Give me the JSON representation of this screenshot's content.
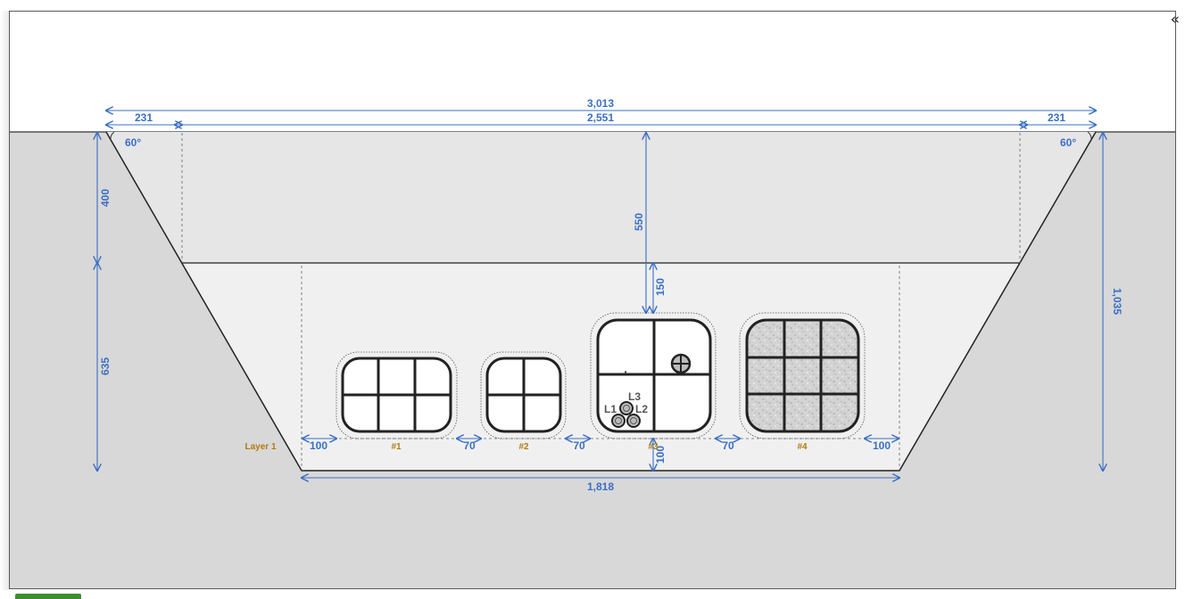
{
  "dimensions": {
    "top_total": "3,013",
    "top_middle": "2,551",
    "top_left_offset": "231",
    "top_right_offset": "231",
    "left_upper": "400",
    "left_lower": "635",
    "right_total": "1,035",
    "center_top": "550",
    "cover_above_duct": "150",
    "bottom_width": "1,818",
    "gap_left": "100",
    "gap_1_2": "70",
    "gap_2_3": "70",
    "gap_3_4": "70",
    "gap_right": "100",
    "bottom_clearance": "100"
  },
  "angles": {
    "left": "60°",
    "right": "60°"
  },
  "layer_label": "Layer 1",
  "ducts": {
    "d1": "#1",
    "d2": "#2",
    "d3": "#3",
    "d4": "#4"
  },
  "cables": {
    "l1": "L1",
    "l2": "L2",
    "l3": "L3"
  },
  "colors": {
    "dimension": "#3a6fc4",
    "ground": "#d8d8d8",
    "backfill": "#e6e6e6",
    "bedding": "#f0f0f0",
    "duct_tag": "#b07a10"
  },
  "icons": {
    "collapse": "«"
  }
}
